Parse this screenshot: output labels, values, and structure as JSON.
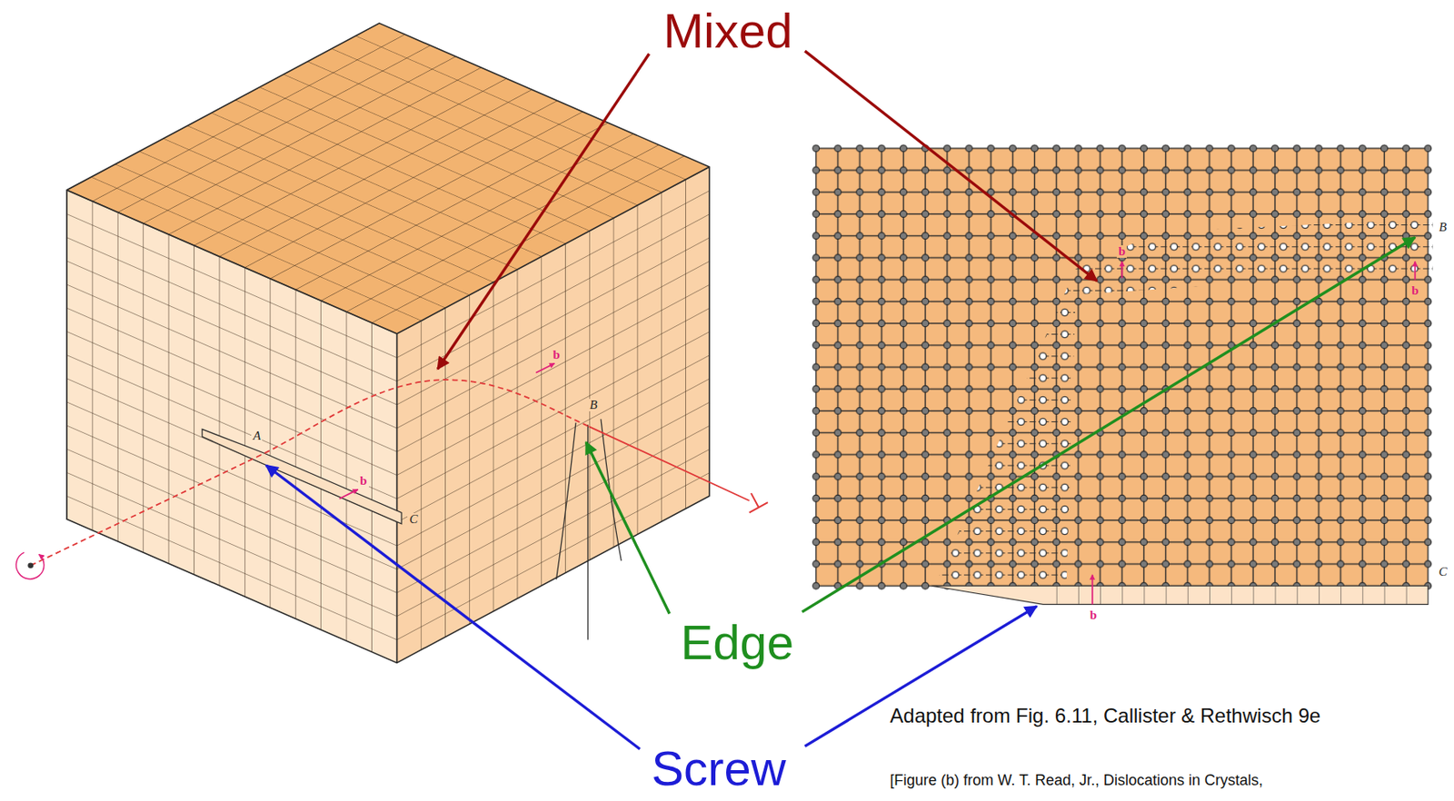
{
  "diagram": {
    "caption": "Adapted from Fig. 6.11, Callister & Rethwisch 9e",
    "labels": [
      "Mixed",
      "Edge",
      "Screw",
      "A",
      "B",
      "C",
      "b",
      "b",
      "B",
      "C",
      "b",
      "b",
      "b",
      "[Figure (b) from W. T. Read, Jr., Dislocations in Crystals,"
    ]
  }
}
